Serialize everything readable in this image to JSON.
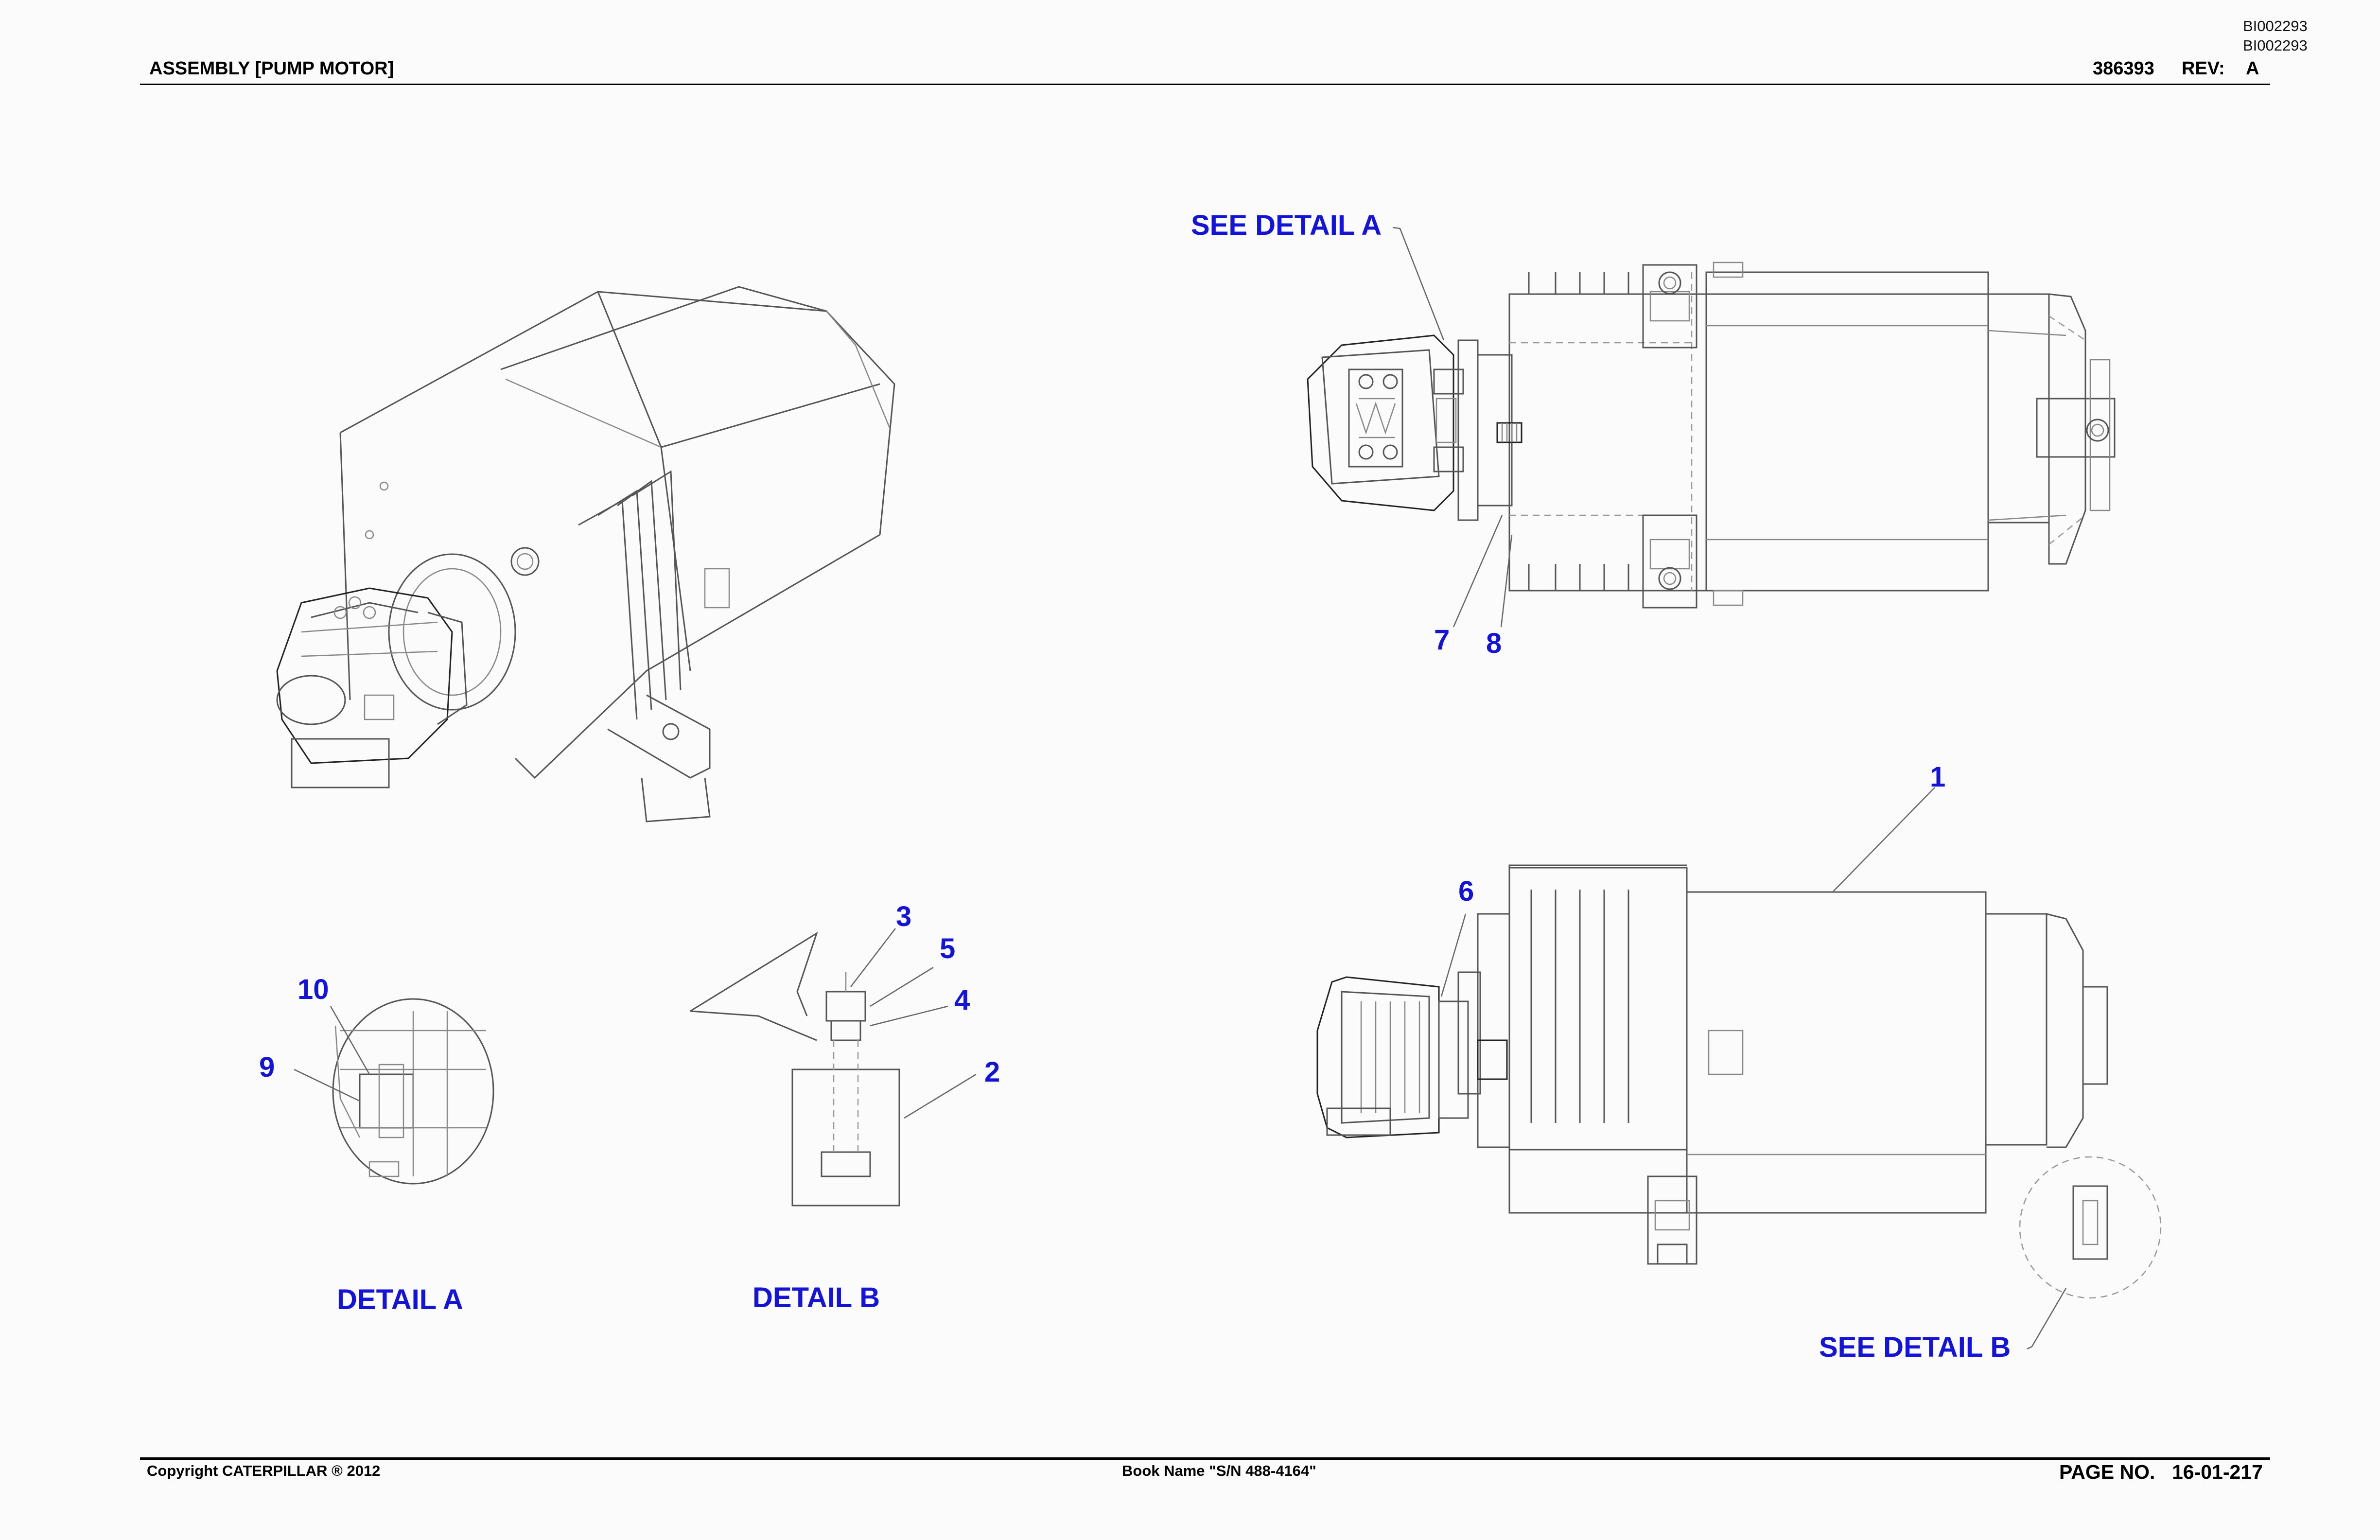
{
  "header": {
    "title": "ASSEMBLY [PUMP MOTOR]",
    "doc_ids": [
      "BI002293",
      "BI002293"
    ],
    "part_number": "386393",
    "rev_label": "REV:",
    "rev_value": "A"
  },
  "callouts": {
    "see_detail_a": "SEE DETAIL A",
    "see_detail_b": "SEE DETAIL B",
    "detail_a": "DETAIL A",
    "detail_b": "DETAIL B"
  },
  "item_numbers": {
    "n1": "1",
    "n2": "2",
    "n3": "3",
    "n4": "4",
    "n5": "5",
    "n6": "6",
    "n7": "7",
    "n8": "8",
    "n9": "9",
    "n10": "10"
  },
  "footer": {
    "copyright": "Copyright CATERPILLAR ® 2012",
    "book_name": "Book Name \"S/N 488-4164\"",
    "page_label": "PAGE NO.",
    "page_value": "16-01-217"
  },
  "colors": {
    "callout_blue": "#1414d6",
    "line_gray": "#555555",
    "background": "#fbfbfb"
  }
}
